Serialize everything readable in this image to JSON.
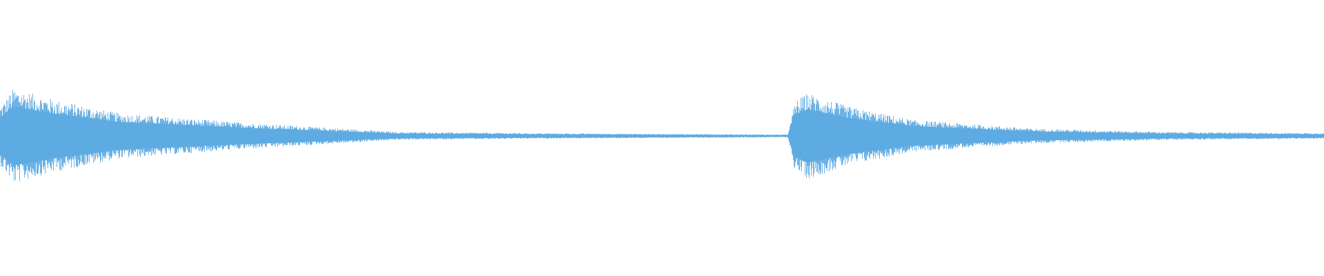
{
  "waveform": {
    "color": "#5dabe2",
    "background": "#ffffff",
    "envelope": [
      {
        "t": 0.0,
        "amp": 0.26
      },
      {
        "t": 0.01,
        "amp": 0.42
      },
      {
        "t": 0.04,
        "amp": 0.32
      },
      {
        "t": 0.09,
        "amp": 0.2
      },
      {
        "t": 0.18,
        "amp": 0.12
      },
      {
        "t": 0.3,
        "amp": 0.035
      },
      {
        "t": 0.4,
        "amp": 0.025
      },
      {
        "t": 0.595,
        "amp": 0.012
      },
      {
        "t": 0.6,
        "amp": 0.3
      },
      {
        "t": 0.61,
        "amp": 0.38
      },
      {
        "t": 0.64,
        "amp": 0.26
      },
      {
        "t": 0.69,
        "amp": 0.14
      },
      {
        "t": 0.78,
        "amp": 0.065
      },
      {
        "t": 0.88,
        "amp": 0.035
      },
      {
        "t": 1.0,
        "amp": 0.025
      }
    ]
  }
}
